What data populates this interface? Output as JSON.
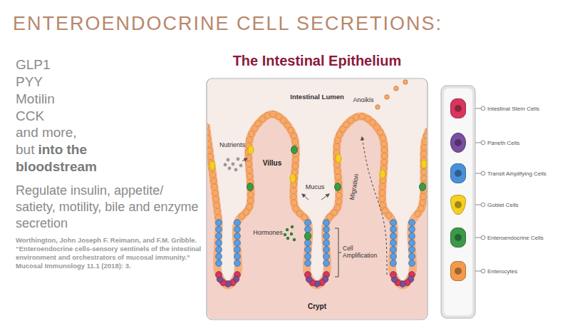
{
  "diagram": {
    "title": "ENTEROENDOCRINE CELL SECRETIONS:",
    "labels": [
      "GLP1",
      "PYY",
      "Motilin",
      "CCK",
      "and more, but",
      "into the bloodstream",
      "Regulate insulin, appetite/ satiety, motility, bile and enzyme secretion",
      "Worthington, John Joseph F. Reimann, and F.M. Gribble. “Enteroendocrine cells-sensory sentinels of the intestinal environment and orchestrators of mucosal immunity.” Mucosal Immunology 11.1 (2018): 3.",
      "The Intestinal Epithelium",
      "Intestinal Lumen",
      "Nutrients",
      "Villus",
      "Mucus",
      "Hormones",
      "Anoikis",
      "Migration",
      "Cell Amplification",
      "Crypt"
    ],
    "legend": [
      {
        "text": "Intestinal Stem Cells",
        "color": "#d8365c"
      },
      {
        "text": "Paneth Cells",
        "color": "#7a4fa0"
      },
      {
        "text": "Transit Amplifying Cells",
        "color": "#4a90d9"
      },
      {
        "text": "Goblet Cells",
        "color": "#f5d020"
      },
      {
        "text": "Enteroendocrine Cells",
        "color": "#3a9a4a"
      },
      {
        "text": "Enterocytes",
        "color": "#f39a4a"
      }
    ]
  }
}
